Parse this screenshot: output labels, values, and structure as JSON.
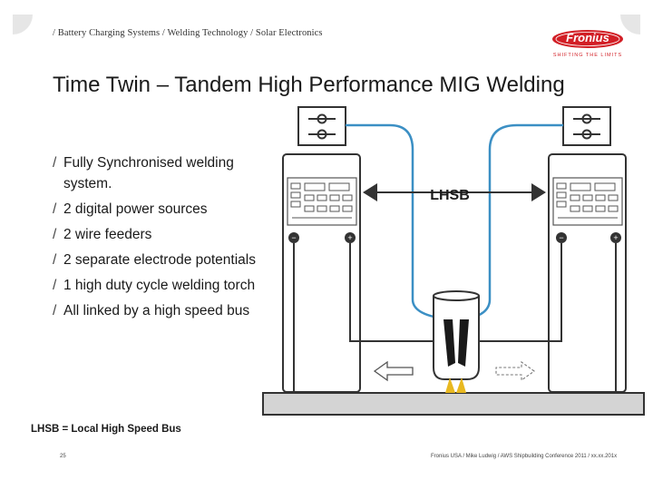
{
  "header": {
    "tagline": "/ Battery Charging Systems / Welding Technology / Solar Electronics",
    "logo_text": "Fronius",
    "logo_sub": "SHIFTING THE LIMITS"
  },
  "title": "Time Twin – Tandem High Performance MIG Welding",
  "bullets": [
    "Fully Synchronised welding system.",
    "2 digital power sources",
    "2 wire feeders",
    "2 separate electrode potentials",
    "1 high duty cycle welding torch",
    "All linked by a high speed bus"
  ],
  "bullet_marker": "/",
  "diagram": {
    "bus_label": "LHSB"
  },
  "footnote": "LHSB = Local High Speed Bus",
  "page_number": "25",
  "footer_text": "Fronius USA / Mike Ludwig / AWS Shipbuilding Conference 2011 / xx.xx.201x",
  "colors": {
    "brand_red": "#d21f26",
    "wire_blue": "#3b8fc4",
    "torch_yellow": "#e8b820",
    "workpiece": "#d4d4d4"
  }
}
